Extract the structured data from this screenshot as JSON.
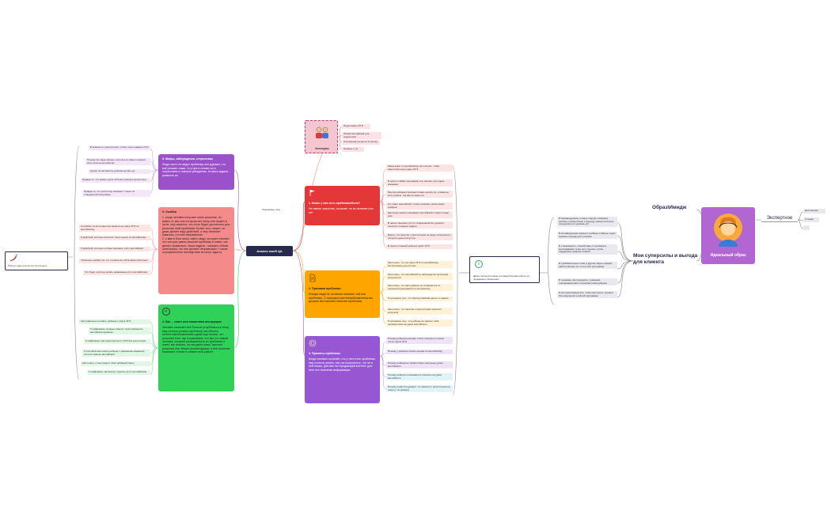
{
  "center": {
    "label": "Анализ моей ЦА"
  },
  "connector_label": "Помощницы типа",
  "far_left": {
    "text": "Портрет идеи для постоя зга третьего"
  },
  "categories": {
    "title": "Категории",
    "items": [
      "Подготовка к ОГЭ",
      "Общий английский для подростков",
      "Отстающий ученик (2 в школе)",
      "Помощь с дз"
    ]
  },
  "myths": {
    "title": "3. Мифы, заблуждения, стереотипы",
    "body": "Люди часто не видят проблему или думают, что всё решают сами, то у них в голове есть стереотипы и ложные убеждения. И наша задача - развеять их",
    "leaves": [
      "В советах от репетиторов, чтобы точно сдавать ОГЭ",
      "Почему это надо именно, если вы не знаете порядок всех слов на английском",
      "Нужно ли заставлять ребенка делать дз",
      "Правда ли, что можно сдать ОГЭ без помощи репетитора",
      "Правда ли, что репетитор занимает только по стандартной программе"
    ]
  },
  "errors": {
    "title": "5. Ошибки",
    "body": "1. когда человек получает неме-решение, но важно от вас или он прочитал книгу или нашёл в гугле, ему кажется, что этого будет достаточно для решения этой проблемы. Более того, может, он даже делает пару действий, и ему начинает казаться, что всё исправилось\n2. к вам в блог могут зайти люди, которые считают, что они уже давно решили проблему и знают, как делать правильно. наша задача - показать обеим категориям, что они делают неправильно + какие отрицательные последствия их могут ждать)",
    "leaves": [
      "5 ошибок, из-за которых вы можете не сдать ОГЭ по английскому",
      "5 действий, которые испортят твою оценку по английскому",
      "5 действий, которые отобьют желание учить английский",
      "Типичные ошибки тех, кто готовиться к ОГЭ самостоятельно",
      "Что будет, если не делать домашнюю дз по английскому"
    ]
  },
  "tips": {
    "title": "4. Как ... совет или пошаговая инструкция",
    "body": "Человек начинает всё больше углубляться в тему, ему хочется решить проблему, мы обычно контентом/объявлением даём ему понять, что решение есть, мы показываем, что мы тот самый человек, который разбирается в их проблеме и знает, как решить, но мы даём лишь \"кусочки\" решения или общие рекомендации, а всё решение возможно только в совместной работе",
    "leaves": [
      "Как правильно готовить ребенка к сдаче ОГЭ",
      "5 лайфхаков, которые помогут легко запомнить английские времена",
      "5 лайфхаков, как подготовиться к ОГЭ без репетитора",
      "5 способов как помочь ребенку с домашним заданием, если не знаешь английский",
      "Как понять о чем говорит твой любимый певец",
      "5 лайфхаков, как быстро сделать дз по английскому"
    ]
  },
  "problems": {
    "title": "1. Какие у них есть проблемы/боли?",
    "body": "Не имеют значения, осознает ли их наличие или нет",
    "leaves": [
      "Мама знает по английскому на отлично, чтобы самостоятельно сдать ОГЭ",
      "В школе слабая программа и не хватает для сдачи экзамена",
      "Многие ребенка слишком сложно делать дз, а мама не могу помочь, так как не знаю его",
      "Кто знает английский, чтобы понимать песни своих кумиров",
      "Школьник ужасно ненавидит английский и сидит перед ним",
      "В школе свысока учат по спряжениям без уроков и получить сложные задачи",
      "Бросы, что занятия с репетитором не дадут результата и потерять деньги впустую",
      "В школе сложный ребенок сдаёт ОГЭ"
    ]
  },
  "signs": {
    "title": "2. Признаки проблемы",
    "body": "Иногда люди не осознают наличие той или проблемы. С помощью контента/объявления вы должны им показать наличие проблемы",
    "leaves": [
      "Как понять, что на сдаче ОГЭ по английскому бесполезные репетиторы",
      "Как понять, что английский не наблюдается приемлем результатов",
      "Как понять, что ваш ребенок не справляется со школьной программой по английскому",
      "5 признаков того, что твой английский далек от знания",
      "Как понять, что занятия с репетитором приносят результат",
      "5 признаков того, что ребенку не хватает себя неприветливо на уроке английского"
    ]
  },
  "causes": {
    "title": "3. Причины проблемы",
    "body": "Когда человек осознаёт, что у него есть проблема, ему хочется узнать, как так получилось, что он в ней попал, для вас это продающий контент, для него это полезная информация",
    "leaves": [
      "Почему ребенок начинает плохо отвечать в классе после сдачи ОГЭ",
      "Почему у ребенка плохие оценки по английскому",
      "Почему ребенок не приветствует школьные уроки английского",
      "Почему ребенок отказывается отвечать на уроке английского",
      "Почему родители думают, что занятия с репетитором не помогут их ребенку"
    ]
  },
  "info": {
    "text": "Далее повторится везде для вашей продаж работы из продающего объявления"
  },
  "image": {
    "title": "Образ\\Имидж",
    "avatar_label": "Идеальный образ",
    "expert": "Экспертное",
    "expert_leaves": [
      "Достижения",
      "Отзывы",
      "..."
    ]
  },
  "superpowers": {
    "title": "Мои суперсилы и выгода для клиента",
    "leaves": [
      "Я индивидуальна, отношу подход к каждому ребенку и дисциплину к подходу, самостоятельно определяю его уровень д/з",
      "Я мотивирующая подход и учебные стимулы через нужные подходы для ученика",
      "Я отзывчивость, спокойствие и терпимая в выстраивании темы для ученика, чтобы поддержать ведение знаний",
      "Я требовательна к себе и другим, ведь в нашей работе именно это и есть вся программа",
      "Я понимаю, как подходить с разными темпераментами и способностями ребенка",
      "Я систематизирую всё, чтобы выстроить процесс без нарушения учебной программы"
    ]
  },
  "colors": {
    "center": "#252a4e",
    "myths": "#9b51c9",
    "errors": "#f48a8a",
    "tips": "#30d158",
    "problems": "#e43838",
    "signs": "#ffa500",
    "causes": "#9757d2",
    "image_card": "#b266d1"
  }
}
